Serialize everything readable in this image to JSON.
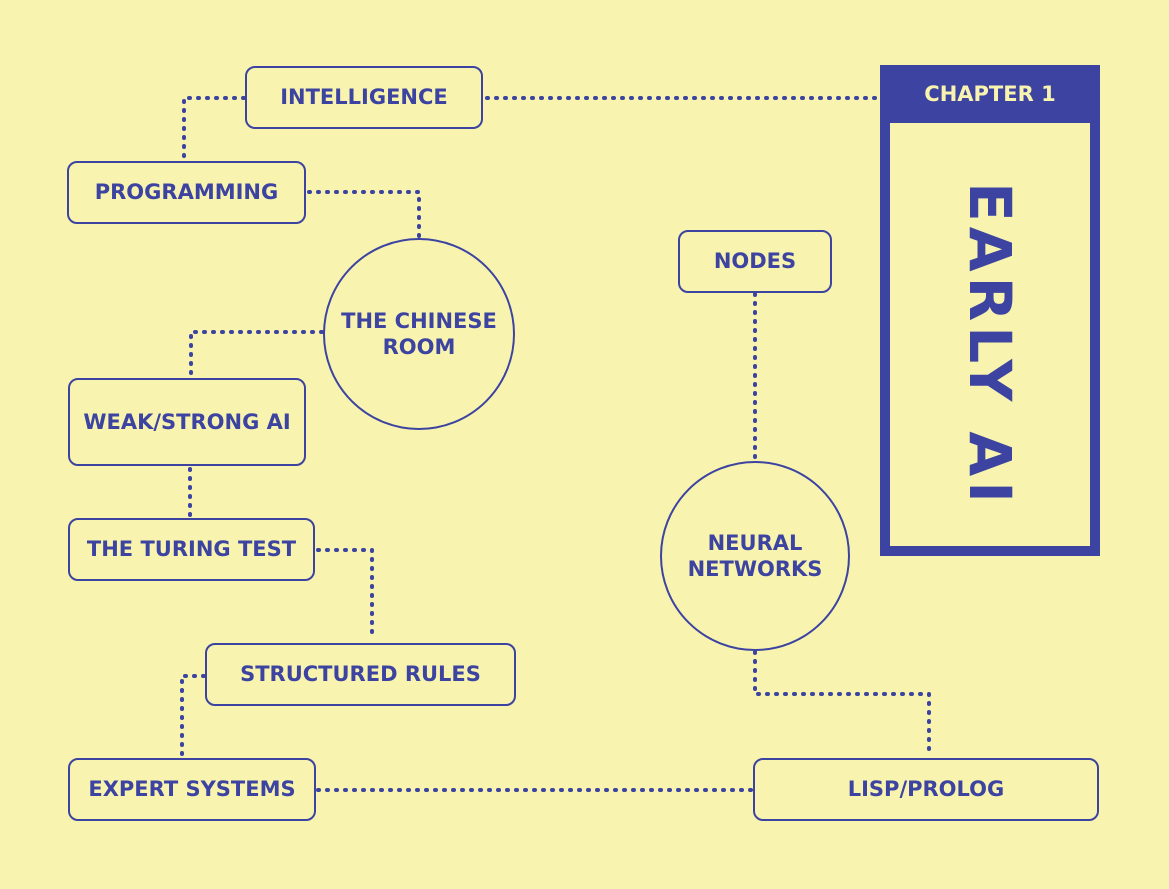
{
  "chapter": {
    "label": "CHAPTER 1",
    "title": "EARLY AI"
  },
  "nodes": {
    "intelligence": "INTELLIGENCE",
    "programming": "PROGRAMMING",
    "chinese_room": "THE CHINESE ROOM",
    "weak_strong_ai": "WEAK/STRONG AI",
    "turing_test": "THE TURING TEST",
    "structured_rules": "STRUCTURED RULES",
    "expert_systems": "EXPERT SYSTEMS",
    "lisp_prolog": "LISP/PROLOG",
    "neural_networks": "NEURAL NETWORKS",
    "nodes": "NODES"
  },
  "colors": {
    "background": "#f8f4b0",
    "accent": "#3d43a0"
  }
}
